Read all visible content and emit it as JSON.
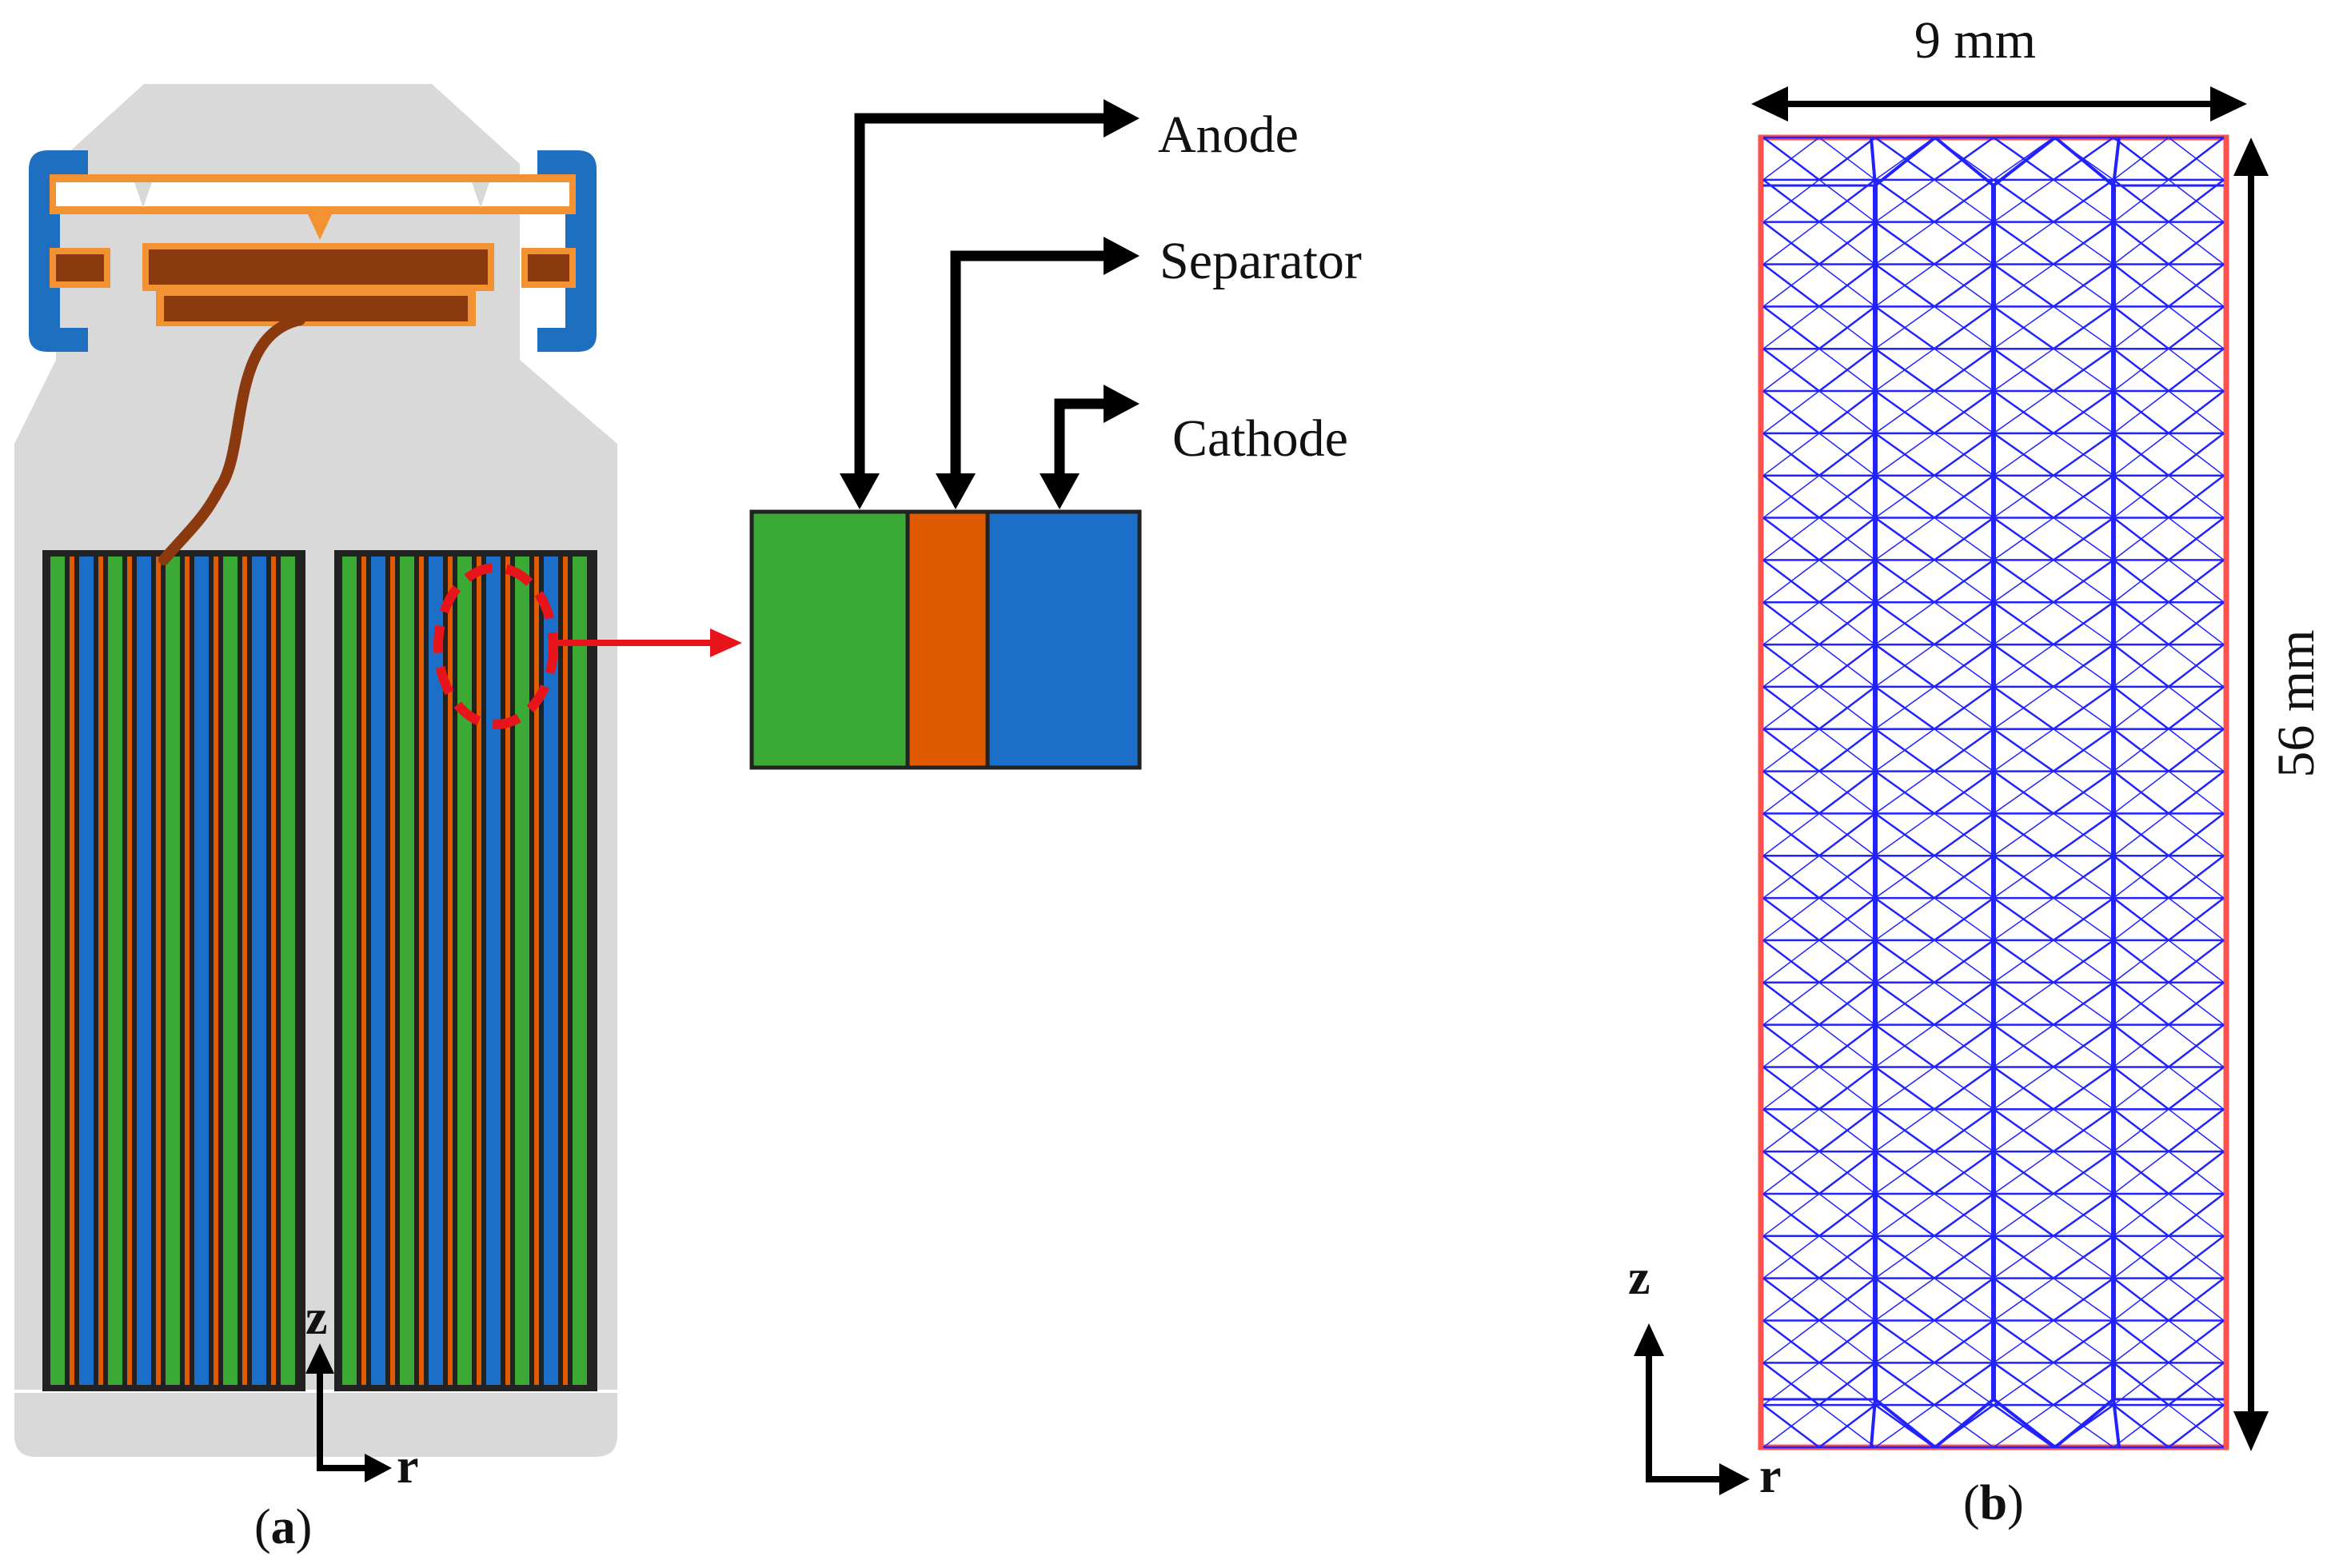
{
  "panel_a": {
    "caption_open": "(",
    "caption_letter": "a",
    "caption_close": ")",
    "axis_z": "z",
    "axis_r": "r",
    "layers": {
      "anode": "Anode",
      "separator": "Separator",
      "cathode": "Cathode"
    },
    "colors": {
      "anode": "#3aaa35",
      "separator": "#e05a00",
      "cathode": "#1b6fc8",
      "casing": "#d9d9d9",
      "cap_blue": "#1f6fc0",
      "cap_orange": "#f39233",
      "tab_brown": "#8b3a0f",
      "callout": "#e8141c"
    },
    "stripe_pattern": [
      "anode",
      "dark",
      "separator",
      "dark",
      "cathode",
      "dark",
      "separator",
      "dark"
    ]
  },
  "panel_b": {
    "caption_open": "(",
    "caption_letter": "b",
    "caption_close": ")",
    "width_label": "9 mm",
    "height_label": "56 mm",
    "axis_z": "z",
    "axis_r": "r",
    "mesh_rows": 31,
    "colors": {
      "mesh": "#2222ff",
      "border": "#ff5050"
    }
  }
}
